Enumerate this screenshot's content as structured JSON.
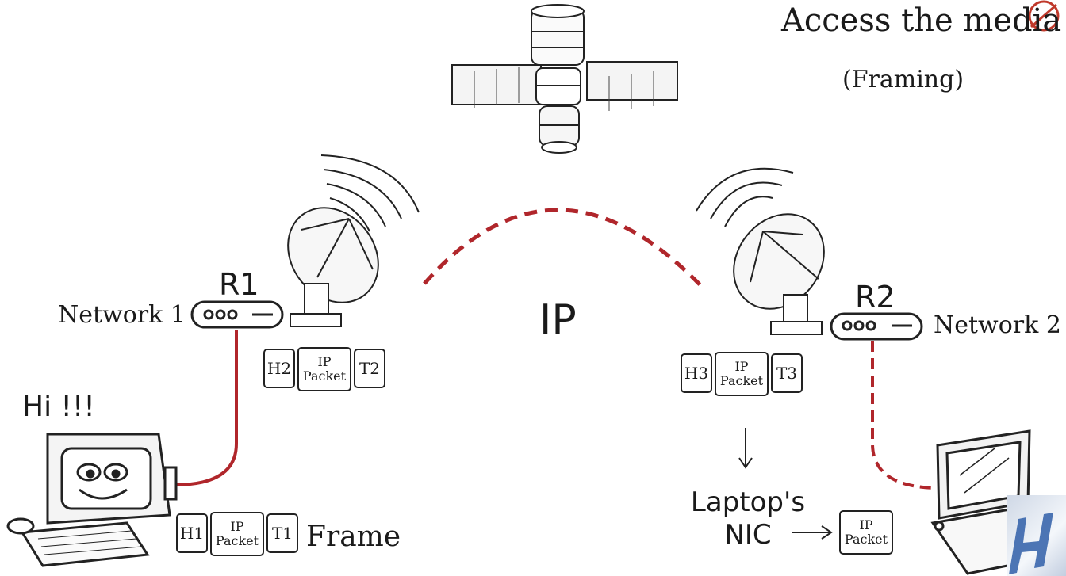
{
  "title": "Access the media",
  "subtitle": "(Framing)",
  "center_label": "IP",
  "routers": {
    "r1": {
      "label": "R1",
      "network": "Network 1"
    },
    "r2": {
      "label": "R2",
      "network": "Network 2"
    }
  },
  "greeting": "Hi !!!",
  "frame_label": "Frame",
  "nic_label": "Laptop's NIC",
  "packets": {
    "p1": {
      "header": "H1",
      "body_line1": "IP",
      "body_line2": "Packet",
      "trailer": "T1"
    },
    "p2": {
      "header": "H2",
      "body_line1": "IP",
      "body_line2": "Packet",
      "trailer": "T2"
    },
    "p3": {
      "header": "H3",
      "body_line1": "IP",
      "body_line2": "Packet",
      "trailer": "T3"
    },
    "p4": {
      "body_line1": "IP",
      "body_line2": "Packet"
    }
  },
  "colors": {
    "link": "#b0262b",
    "ink": "#1a1a1a"
  }
}
